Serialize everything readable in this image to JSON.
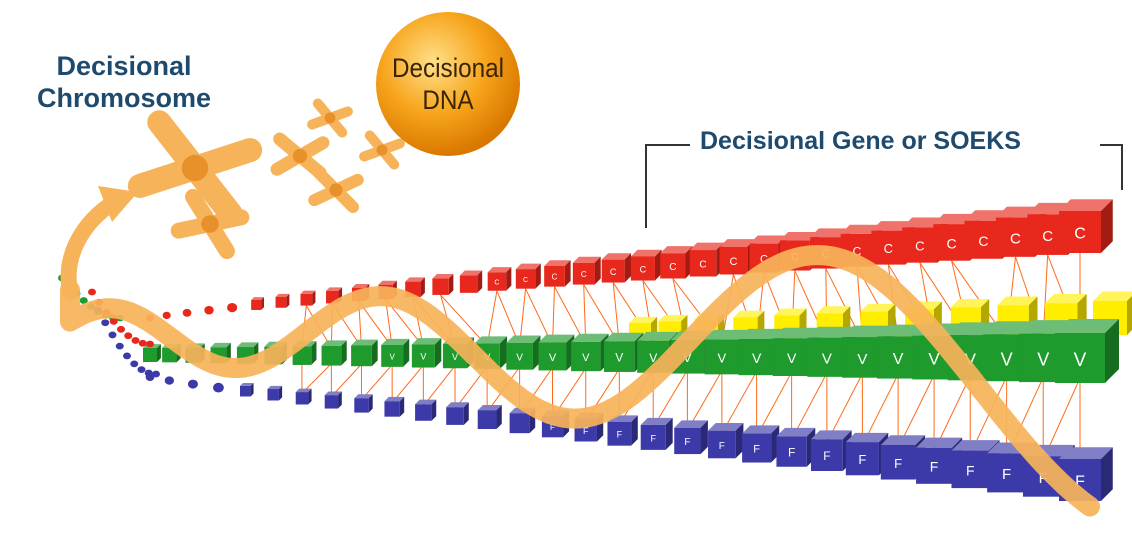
{
  "labels": {
    "chromosome": [
      "Decisional",
      "Chromosome"
    ],
    "dna": [
      "Decisional",
      "DNA"
    ],
    "gene": "Decisional Gene or SOEKS"
  },
  "cube_letters": {
    "condition": "C",
    "variable": "V",
    "fitness": "F"
  },
  "colors": {
    "label": "#1e4a6e",
    "helix": "#f7b35a",
    "condition": "#e8281c",
    "variable": "#1f9a2c",
    "fitness": "#3c3aa8",
    "yellow_layer": "#ffee00",
    "links": "#ff6a1a",
    "dna_ball": "#f5a623"
  }
}
